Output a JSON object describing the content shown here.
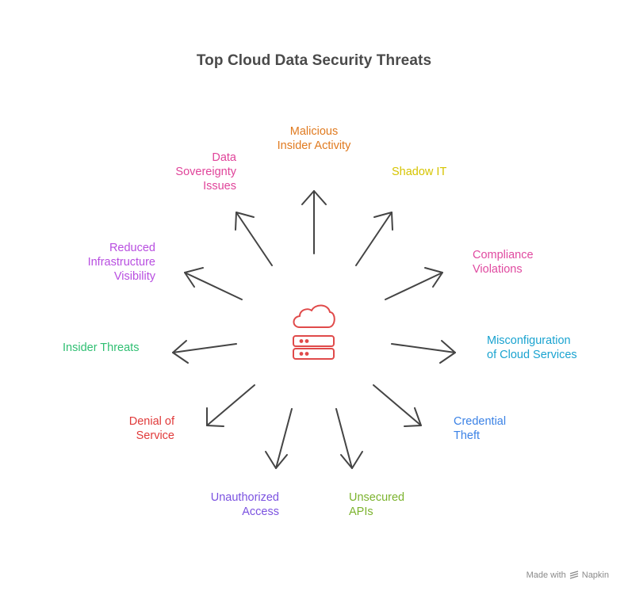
{
  "title": "Top Cloud Data Security Threats",
  "threats": [
    {
      "label": "Malicious\nInsider Activity",
      "color": "#e07a1f"
    },
    {
      "label": "Shadow IT",
      "color": "#d6c400"
    },
    {
      "label": "Compliance\nViolations",
      "color": "#e04aa0"
    },
    {
      "label": "Misconfiguration\nof Cloud Services",
      "color": "#1aa3d0"
    },
    {
      "label": "Credential\nTheft",
      "color": "#3b82e6"
    },
    {
      "label": "Unsecured\nAPIs",
      "color": "#7cb32e"
    },
    {
      "label": "Unauthorized\nAccess",
      "color": "#7b52e0"
    },
    {
      "label": "Denial of\nService",
      "color": "#e03a3a"
    },
    {
      "label": "Insider Threats",
      "color": "#2fbf72"
    },
    {
      "label": "Reduced\nInfrastructure\nVisibility",
      "color": "#b84ee0"
    },
    {
      "label": "Data\nSovereignty\nIssues",
      "color": "#e0449a"
    }
  ],
  "center_icon": {
    "name": "cloud-server-icon",
    "color": "#e04a4a"
  },
  "arrow_color": "#444444",
  "footer": {
    "prefix": "Made with",
    "brand": "Napkin"
  }
}
